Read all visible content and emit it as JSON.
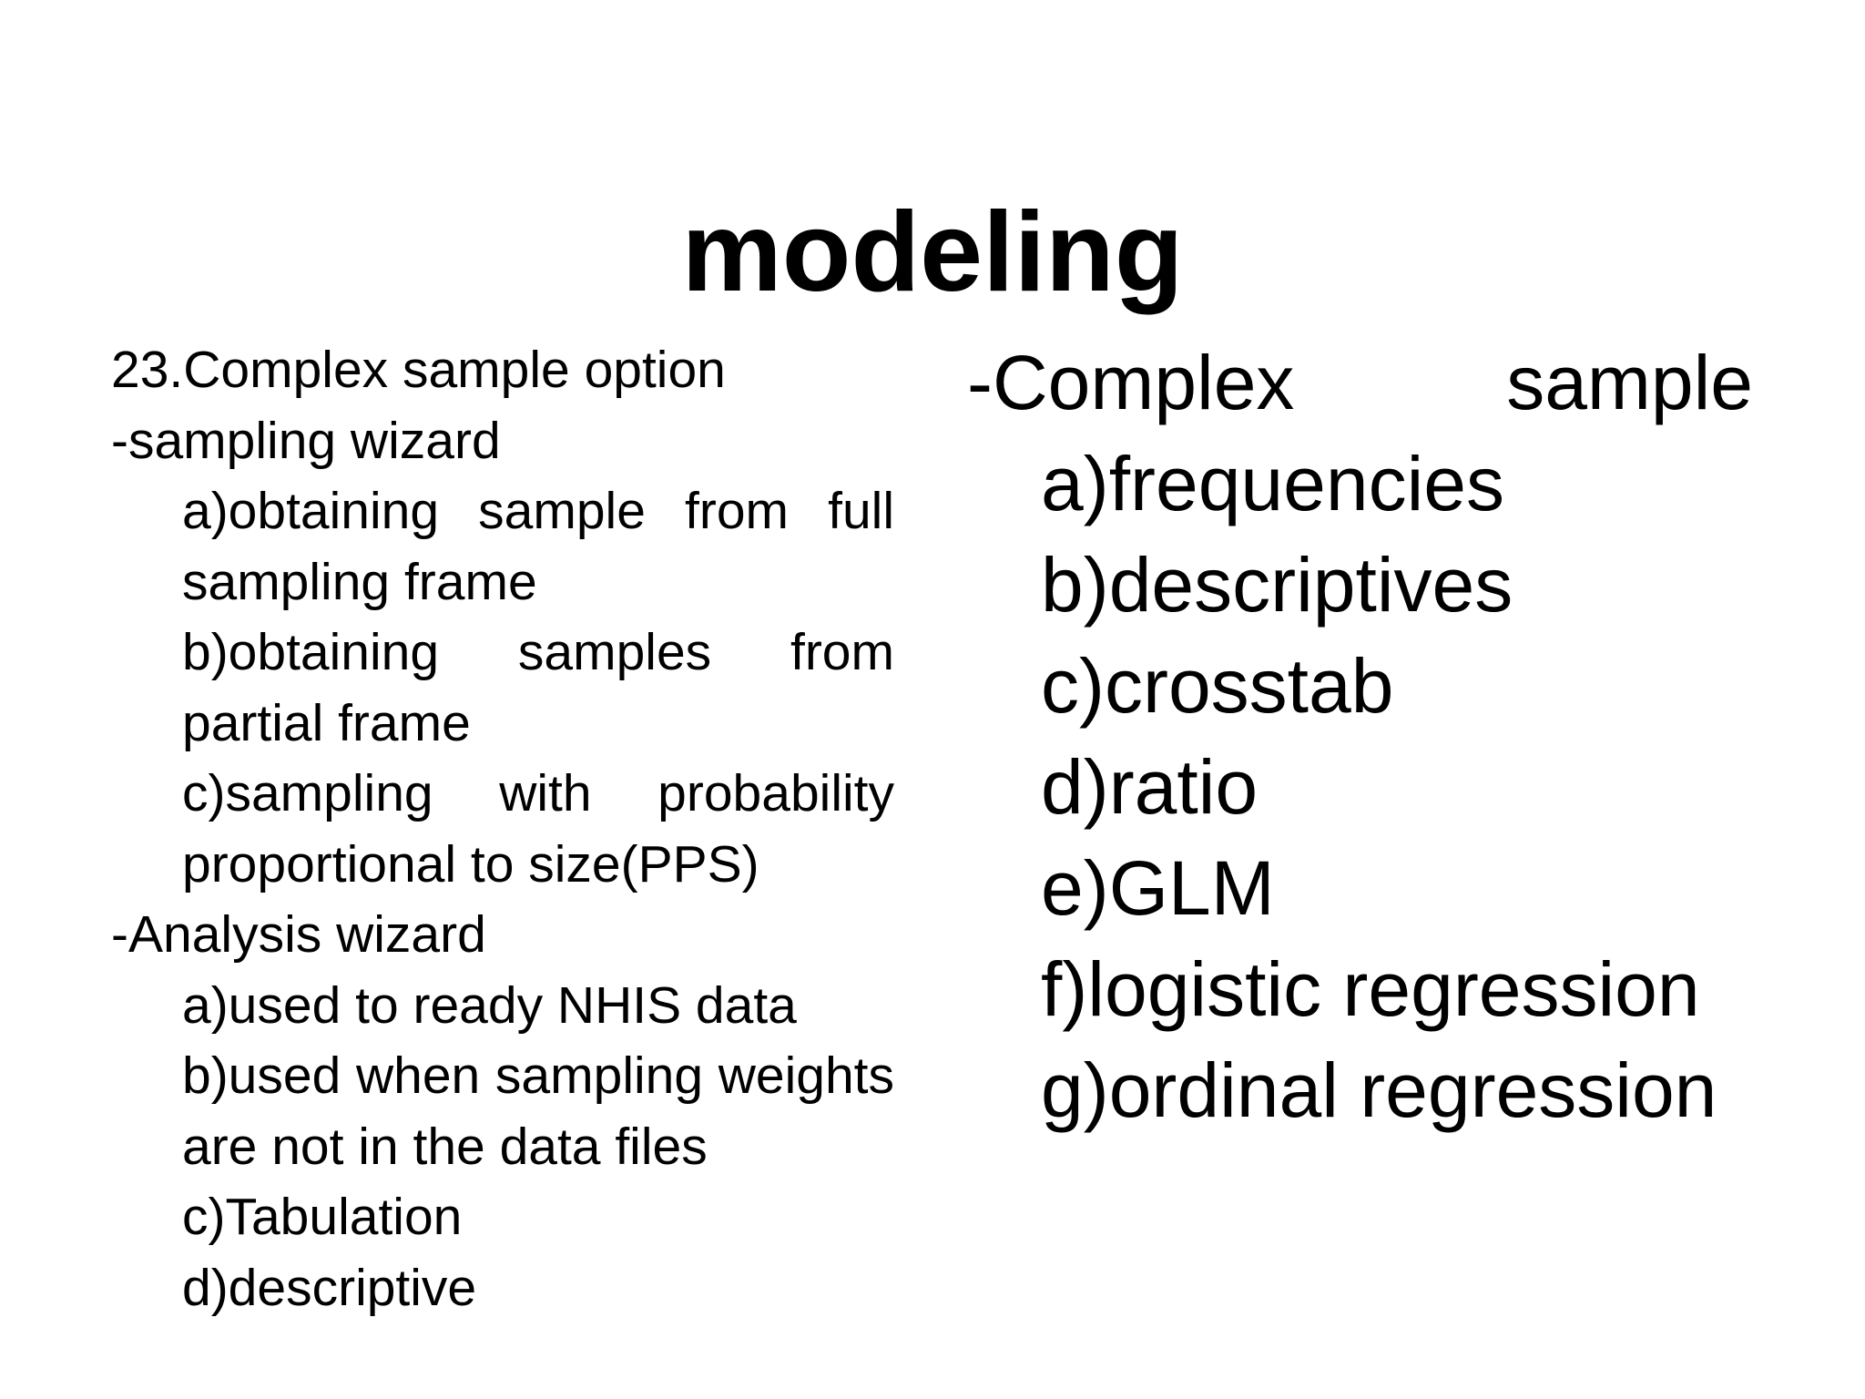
{
  "slide": {
    "title": "modeling",
    "left_column": {
      "items": [
        {
          "level": "top",
          "text": "23.Complex sample option"
        },
        {
          "level": "top",
          "text": "-sampling wizard"
        },
        {
          "level": "sub",
          "text": "a)obtaining sample from full sampling frame"
        },
        {
          "level": "sub",
          "text": "b)obtaining samples from partial frame"
        },
        {
          "level": "sub",
          "text": "c)sampling with probability proportional to size(PPS)"
        },
        {
          "level": "top",
          "text": "-Analysis wizard"
        },
        {
          "level": "sub",
          "text": "a)used to ready NHIS data"
        },
        {
          "level": "sub",
          "text": "b)used when sampling weights are not in the data files"
        },
        {
          "level": "sub",
          "text": "c)Tabulation"
        },
        {
          "level": "sub",
          "text": "d)descriptive"
        }
      ]
    },
    "right_column": {
      "heading": "-Complex sample",
      "items": [
        {
          "text": "a)frequencies"
        },
        {
          "text": "b)descriptives"
        },
        {
          "text": "c)crosstab"
        },
        {
          "text": "d)ratio"
        },
        {
          "text": "e)GLM"
        },
        {
          "text": "f)logistic regression"
        },
        {
          "text": "g)ordinal regression"
        }
      ]
    },
    "colors": {
      "background": "#ffffff",
      "text": "#000000"
    }
  }
}
